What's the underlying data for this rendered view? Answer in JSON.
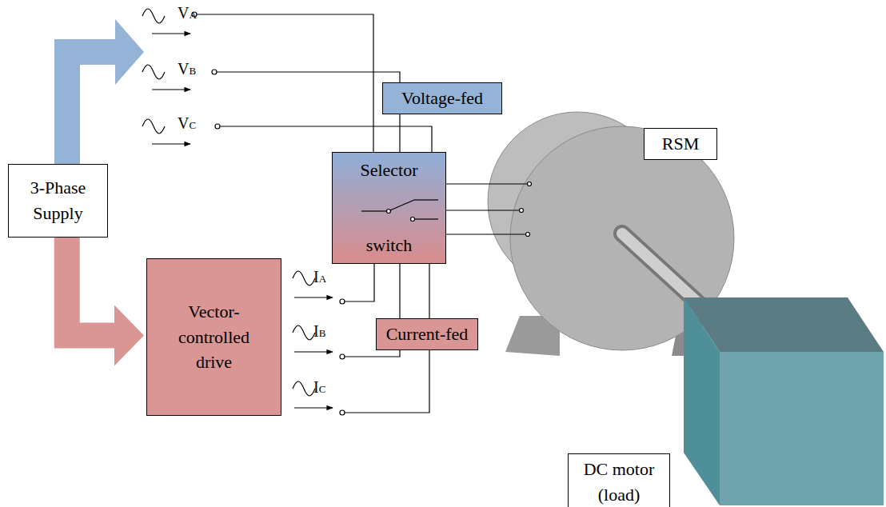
{
  "diagram": {
    "nodes": [
      {
        "text": [
          "3-Phase Supply"
        ]
      },
      {
        "text": [
          "Voltage-fed"
        ]
      },
      {
        "text": [
          "Selector",
          "switch"
        ]
      },
      {
        "text": [
          "RSM"
        ]
      },
      {
        "text": [
          "Vector-controlled drive"
        ]
      },
      {
        "text": [
          "Current-fed"
        ]
      },
      {
        "text": [
          "DC motor (load)"
        ]
      }
    ],
    "edges": [
      {
        "from": 0,
        "to": 4,
        "arrow": "to"
      }
    ],
    "labels": [
      "VA",
      "VB",
      "VC",
      "IA",
      "IB",
      "IC"
    ]
  }
}
